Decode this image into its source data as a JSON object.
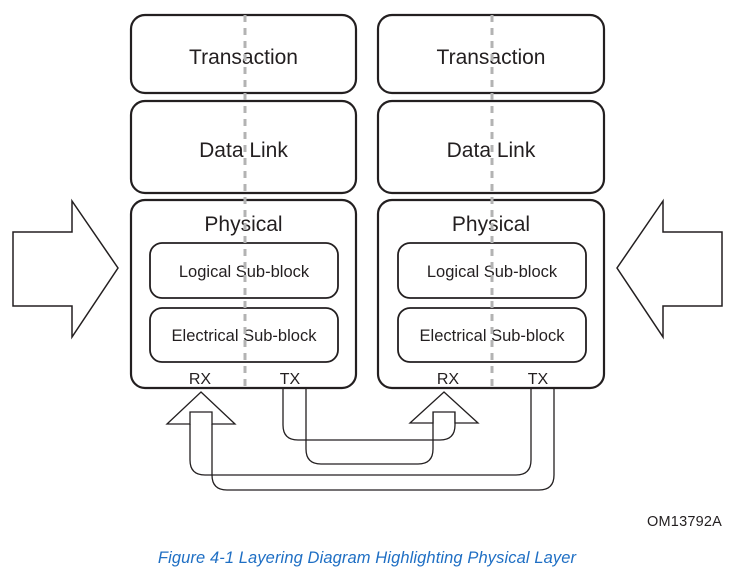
{
  "figure": {
    "caption": "Figure  4-1 Layering Diagram Highlighting Physical Layer",
    "om_code": "OM13792A",
    "caption_color": "#1f6fc4",
    "line_color": "#231f20",
    "divider_color": "#b3b3b3",
    "background": "#ffffff"
  },
  "devices": [
    {
      "id": "left-device",
      "layers": [
        {
          "name": "transaction",
          "label": "Transaction"
        },
        {
          "name": "data-link",
          "label": "Data Link"
        },
        {
          "name": "physical",
          "label": "Physical",
          "sub_blocks": [
            {
              "name": "logical-sub-block",
              "label": "Logical Sub-block"
            },
            {
              "name": "electrical-sub-block",
              "label": "Electrical Sub-block"
            }
          ],
          "ports": [
            {
              "name": "rx",
              "label": "RX"
            },
            {
              "name": "tx",
              "label": "TX"
            }
          ]
        }
      ]
    },
    {
      "id": "right-device",
      "layers": [
        {
          "name": "transaction",
          "label": "Transaction"
        },
        {
          "name": "data-link",
          "label": "Data Link"
        },
        {
          "name": "physical",
          "label": "Physical",
          "sub_blocks": [
            {
              "name": "logical-sub-block",
              "label": "Logical Sub-block"
            },
            {
              "name": "electrical-sub-block",
              "label": "Electrical Sub-block"
            }
          ],
          "ports": [
            {
              "name": "rx",
              "label": "RX"
            },
            {
              "name": "tx",
              "label": "TX"
            }
          ]
        }
      ]
    }
  ],
  "external_arrows": [
    {
      "name": "left-inbound-arrow",
      "direction": "right"
    },
    {
      "name": "right-inbound-arrow",
      "direction": "left"
    }
  ]
}
